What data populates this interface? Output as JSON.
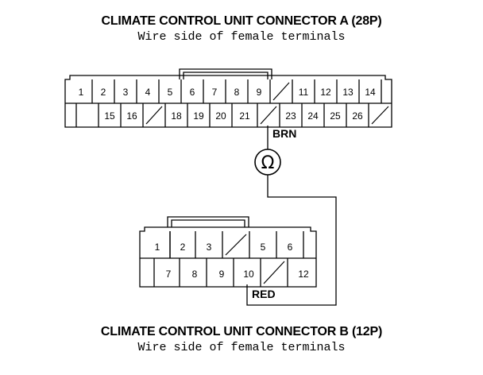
{
  "connector_a": {
    "title": "CLIMATE CONTROL UNIT CONNECTOR A (28P)",
    "subtitle": "Wire side of female terminals",
    "row1": [
      "1",
      "2",
      "3",
      "4",
      "5",
      "6",
      "7",
      "8",
      "9",
      "",
      "11",
      "12",
      "13",
      "14",
      ""
    ],
    "row2": [
      "",
      "15",
      "16",
      "",
      "18",
      "19",
      "20",
      "21",
      "",
      "23",
      "24",
      "25",
      "26",
      "",
      ""
    ]
  },
  "connector_b": {
    "title": "CLIMATE CONTROL UNIT CONNECTOR B (12P)",
    "subtitle": "Wire side of female terminals",
    "row1": [
      "1",
      "2",
      "3",
      "",
      "5",
      "6"
    ],
    "row2": [
      "7",
      "8",
      "9",
      "10",
      "",
      "12"
    ]
  },
  "wires": {
    "a_label": "BRN",
    "b_label": "RED"
  },
  "meter": {
    "symbol": "Ω",
    "icon": "ohmmeter-icon"
  }
}
